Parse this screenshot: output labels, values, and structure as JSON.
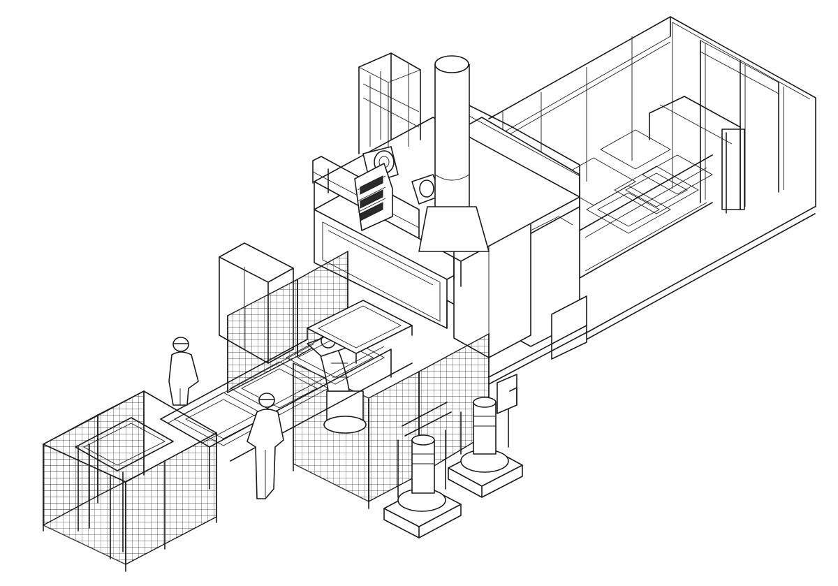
{
  "drawing": {
    "style": "isometric line drawing",
    "line_color": "#1a1a1a",
    "background_color": "#ffffff",
    "components": [
      "enclosure",
      "chimney-stack",
      "upper-platform",
      "robot-cell",
      "robot-arm",
      "input-conveyor",
      "pallet-shuttle",
      "fixture-rack",
      "pump-station",
      "operator",
      "guard-fence",
      "control-cabinet"
    ]
  }
}
